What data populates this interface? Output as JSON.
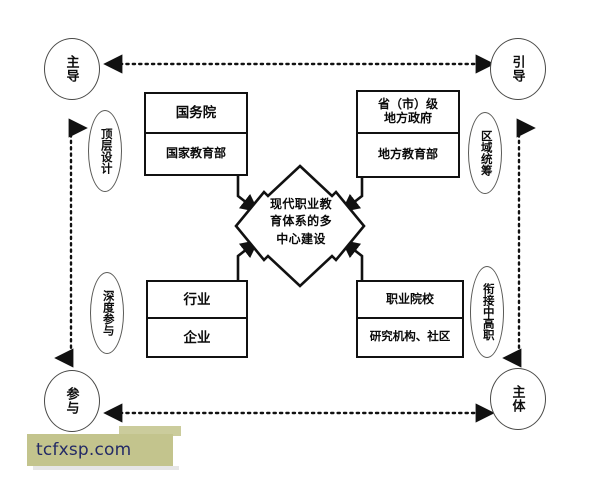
{
  "diagram": {
    "title": "现代职业教育体系的多中心建设",
    "type": "centered-star-relationship-diagram",
    "center": {
      "label": "现代职业教\n育体系的多\n中心建设",
      "line1": "现代职业教",
      "line2": "育体系的多",
      "line3": "中心建设",
      "shape": "four-point-concave-star"
    },
    "corner_roles": [
      {
        "id": "top-left",
        "label": "主导",
        "position": "top-left"
      },
      {
        "id": "top-right",
        "label": "引导",
        "position": "top-right"
      },
      {
        "id": "bottom-left",
        "label": "参与",
        "position": "bottom-left"
      },
      {
        "id": "bottom-right",
        "label": "主体",
        "position": "bottom-right"
      }
    ],
    "relation_labels": [
      {
        "id": "mid-left-top",
        "label": "顶层设计",
        "position": "left-upper"
      },
      {
        "id": "mid-right-top",
        "label": "区域统筹",
        "position": "right-upper"
      },
      {
        "id": "mid-left-bottom",
        "label": "深度参与",
        "position": "left-lower"
      },
      {
        "id": "mid-right-bottom",
        "label": "衔接中高职",
        "position": "right-lower"
      }
    ],
    "actors": [
      {
        "id": "state-council",
        "position": "top-left",
        "top_cell": "国务院",
        "bottom_cell": "国家教育部"
      },
      {
        "id": "provincial-government",
        "position": "top-right",
        "top_cell": "省（市）级\n地方政府",
        "top_cell_line1": "省（市）级",
        "top_cell_line2": "地方政府",
        "bottom_cell": "地方教育部"
      },
      {
        "id": "industry-enterprise",
        "position": "bottom-left",
        "top_cell": "行业",
        "bottom_cell": "企业"
      },
      {
        "id": "vocational-colleges",
        "position": "bottom-right",
        "top_cell": "职业院校",
        "bottom_cell": "研究机构、社区"
      }
    ],
    "frame_arrows": [
      {
        "id": "top",
        "style": "dotted",
        "heads": "both",
        "orientation": "horizontal"
      },
      {
        "id": "bottom",
        "style": "dotted",
        "heads": "both",
        "orientation": "horizontal"
      },
      {
        "id": "left",
        "style": "dotted",
        "heads": "both",
        "orientation": "vertical"
      },
      {
        "id": "right",
        "style": "dotted",
        "heads": "both",
        "orientation": "vertical"
      }
    ],
    "colors": {
      "background": "#ffffff",
      "box_border": "#111111",
      "ellipse_border": "#4a4a48",
      "text": "#0a0a0a",
      "watermark_bg": "#c3c48d",
      "watermark_text": "#232a66"
    }
  },
  "watermark": {
    "text": "tcfxsp.com"
  }
}
